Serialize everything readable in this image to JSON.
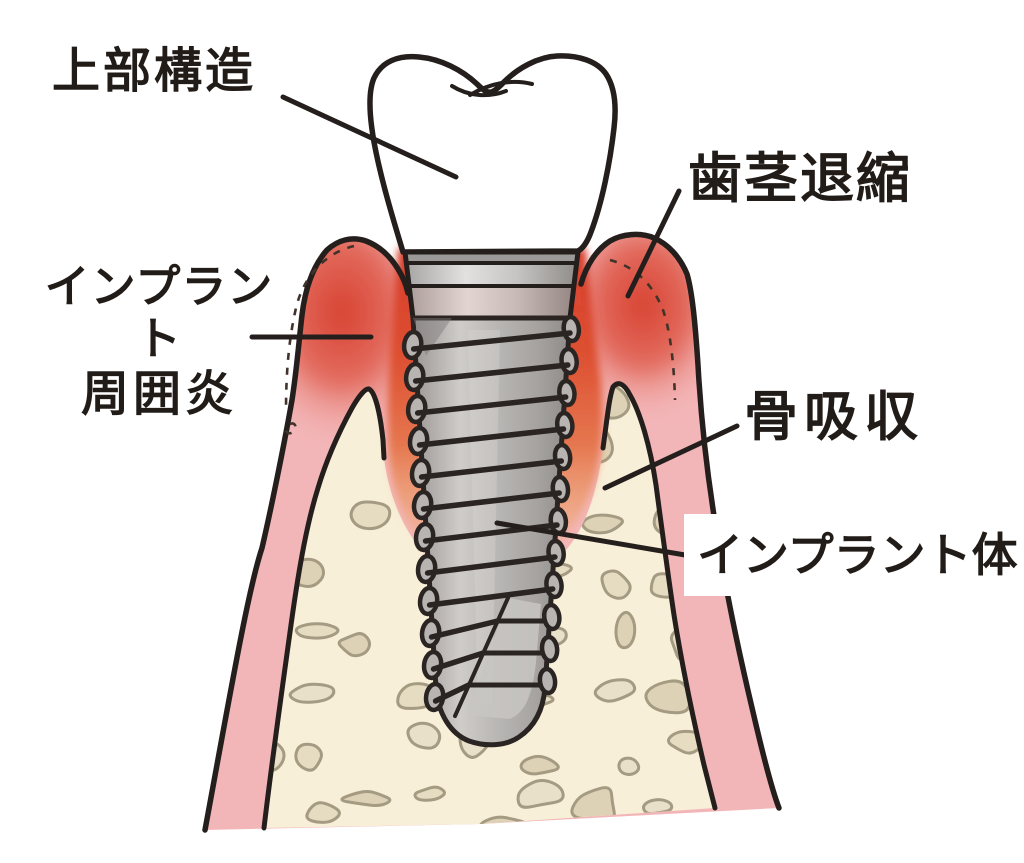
{
  "figure": {
    "title": "dental-implant peri-implantitis illustration",
    "labels": {
      "superstructure": "上部構造",
      "gum_recession": "歯茎退縮",
      "peri_implantitis_line1": "インプラント",
      "peri_implantitis_line2": "周囲炎",
      "bone_resorption": "骨吸収",
      "implant_body": "インプラント体"
    },
    "colors": {
      "outline": "#241f1d",
      "inflamed_red": "#dd4a32",
      "inflamed_orange": "#e57a42",
      "healthy_gum_pink": "#f3b6b8",
      "bone_cream": "#f8efd9",
      "bone_spongy_fill": "#e6dcc2",
      "bone_spongy_stroke": "#a59b83",
      "implant_gray": "#b5b2b0",
      "crown_white": "#ffffff"
    }
  }
}
